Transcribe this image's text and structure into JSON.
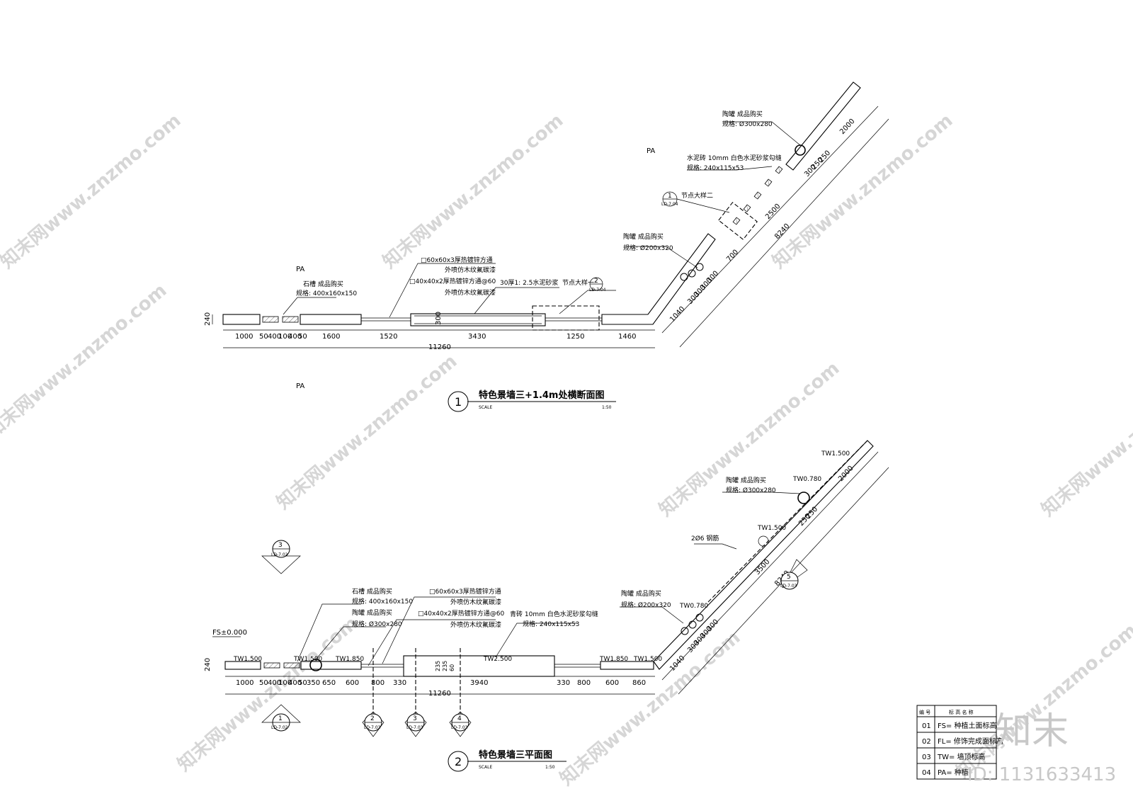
{
  "section1": {
    "pa_labels": [
      "PA",
      "PA",
      "PA"
    ],
    "notes": {
      "stone_trough": "石槽  成品购买",
      "stone_trough_spec": "规格: 400x160x150",
      "steel_60": "□60x60x3厚热镀锌方通",
      "paint_a": "外喷仿木纹氟碳漆",
      "steel_40": "□40x40x2厚热镀锌方通@60",
      "paint_b": "外喷仿木纹氟碳漆",
      "mortar": "30厚1: 2.5水泥砂浆",
      "detail1_label": "节点大样一",
      "detail2_label": "节点大样二",
      "jar_large": "陶罐  成品购买",
      "jar_large_spec": "规格: Ø300x280",
      "jar_small": "陶罐  成品购买",
      "jar_small_spec": "规格: Ø200x320",
      "brick": "水泥砖 10mm 白色水泥砂浆勾缝",
      "brick_spec": "规格: 240x115x53"
    },
    "callouts": {
      "c1_num": "2",
      "c1_ref": "LD-7.04",
      "c2_num": "1",
      "c2_ref": "LD-7.04"
    },
    "wall_height": "240",
    "dims_straight": [
      "1000",
      "50",
      "400",
      "100",
      "400",
      "50",
      "1600",
      "1520",
      "3430",
      "1250",
      "1460"
    ],
    "dim_300": "300",
    "dim_total": "11260",
    "dims_diagonal": [
      "1040",
      "300",
      "300",
      "300",
      "300",
      "700",
      "2500",
      "300",
      "250",
      "250",
      "2000"
    ],
    "dim_diag_total": "8240",
    "title": "特色景墙三+1.4m处横断面图",
    "title_num": "1",
    "scale_label": "SCALE",
    "scale_value": "1:50"
  },
  "section2": {
    "fs_label": "FS±0.000",
    "wall_height": "240",
    "tw_labels": [
      "TW1.500",
      "TW1.500",
      "TW1.850",
      "TW2.500",
      "TW1.850",
      "TW1.500",
      "TW0.780",
      "TW1.500",
      "TW1.500",
      "TW0.780"
    ],
    "notes": {
      "stone_trough": "石槽  成品购买",
      "stone_trough_spec": "规格: 400x160x150",
      "jar_a": "陶罐  成品购买",
      "jar_a_spec": "规格: Ø300x280",
      "steel_60": "□60x60x3厚热镀锌方通",
      "paint_a": "外喷仿木纹氟碳漆",
      "steel_40": "□40x40x2厚热镀锌方通@60",
      "paint_b": "外喷仿木纹氟碳漆",
      "brick": "青砖 10mm 白色水泥砂浆勾缝",
      "brick_spec": "规格: 240x115x53",
      "rebar": "2Ø6 钢筋",
      "jar_large": "陶罐  成品购买",
      "jar_large_spec": "规格: Ø300x280",
      "jar_small": "陶罐  成品购买",
      "jar_small_spec": "规格: Ø200x320"
    },
    "dims_straight": [
      "1000",
      "50",
      "400",
      "100",
      "400",
      "50",
      "350",
      "650",
      "600",
      "800",
      "330",
      "3940",
      "330",
      "800",
      "600",
      "860"
    ],
    "dims_inner": [
      "235",
      "235",
      "60"
    ],
    "dim_total": "11260",
    "dims_diagonal": [
      "1040",
      "300",
      "300",
      "300",
      "300",
      "3500",
      "250",
      "250",
      "2000"
    ],
    "dim_diag_total": "8240",
    "markers": [
      {
        "num": "3",
        "ref": "LD-7.02"
      },
      {
        "num": "1",
        "ref": "LD-7.02"
      },
      {
        "num": "2",
        "ref": "LD-7.03"
      },
      {
        "num": "3",
        "ref": "LD-7.03"
      },
      {
        "num": "4",
        "ref": "LD-7.03"
      },
      {
        "num": "5",
        "ref": "LD-7.03"
      }
    ],
    "title": "特色景墙三平面图",
    "title_num": "2",
    "scale_label": "SCALE",
    "scale_value": "1:50"
  },
  "legend": {
    "headers": [
      "编 号",
      "标 高 名 称"
    ],
    "rows": [
      {
        "code": "01",
        "name": "FS= 种植土面标高"
      },
      {
        "code": "02",
        "name": "FL= 修饰完成面标高"
      },
      {
        "code": "03",
        "name": "TW= 墙顶标高"
      },
      {
        "code": "04",
        "name": "PA= 种植"
      }
    ]
  },
  "watermark": {
    "site": "知末网www.znzmo.com",
    "brand": "知末",
    "id": "ID: 1131633413"
  }
}
